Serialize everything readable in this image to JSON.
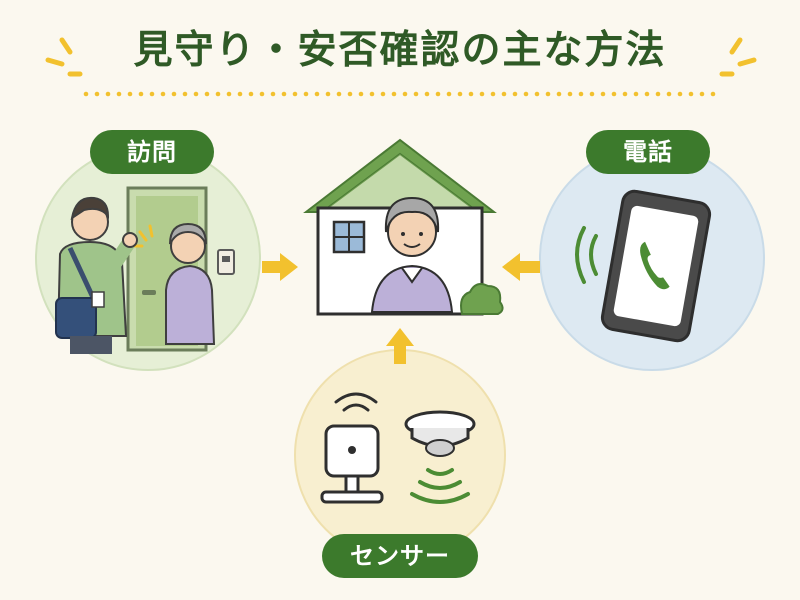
{
  "title": "見守り・安否確認の主な方法",
  "methods": {
    "visit": {
      "label": "訪問"
    },
    "phone": {
      "label": "電話"
    },
    "sensor": {
      "label": "センサー"
    }
  },
  "colors": {
    "background": "#fbf8ef",
    "title_text": "#2f5a26",
    "label_pill": "#3c7a2c",
    "accent_yellow": "#f2c12e",
    "house_green": "#6fa24f",
    "visit_circle": "#e6efd6",
    "phone_circle": "#dde9f2",
    "sensor_circle": "#f8efd0"
  },
  "icons": {
    "center": "house-with-elderly-person-icon",
    "visit": "visitor-at-door-icon",
    "phone": "smartphone-call-icon",
    "sensor": "sensor-devices-icon"
  }
}
